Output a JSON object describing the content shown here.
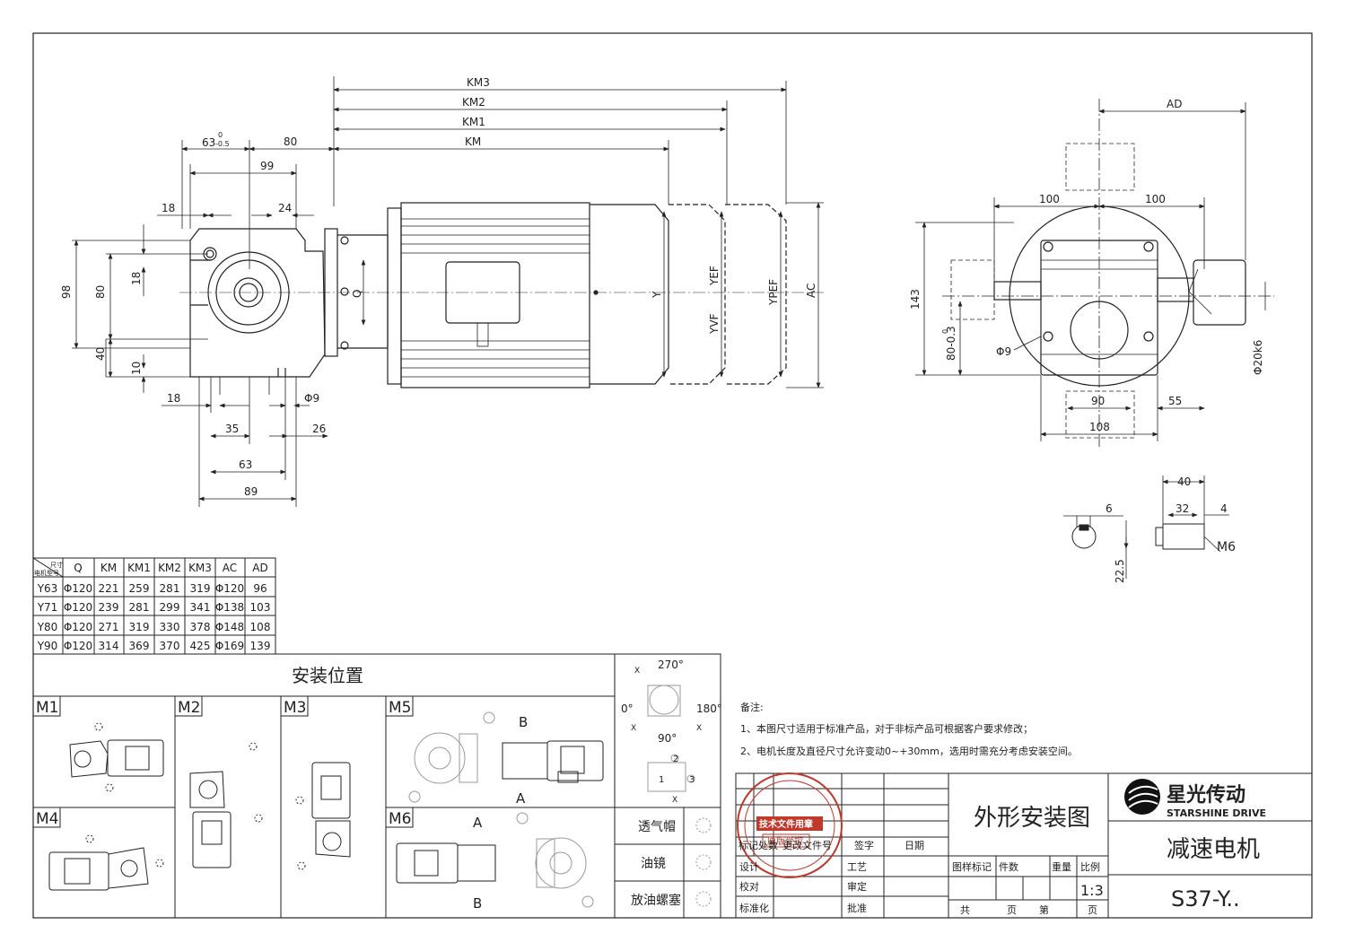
{
  "dims": {
    "km3": "KM3",
    "km2": "KM2",
    "km1": "KM1",
    "km": "KM",
    "d63": "63",
    "tol_top": "0",
    "tol_bottom": "-0.5",
    "d80": "80",
    "d99": "99",
    "d18a": "18",
    "d24": "24",
    "d98": "98",
    "d80v": "80",
    "d18v": "18",
    "d40v": "40",
    "d10v": "10",
    "d18b": "18",
    "d35": "35",
    "phi9a": "Φ9",
    "d26": "26",
    "d63b": "63",
    "d89": "89",
    "q": "Q",
    "y": "Y",
    "yef": "YEF",
    "yvf": "YVF",
    "ypef": "YPEF",
    "ac": "AC",
    "ad": "AD",
    "d100a": "100",
    "d100b": "100",
    "d143": "143",
    "d80r": "80-0.3",
    "d80r_top": "0",
    "phi9b": "Φ9",
    "phi20": "Φ20k6",
    "d90": "90",
    "d55": "55",
    "d108": "108",
    "d40": "40",
    "d32": "32",
    "d4": "4",
    "d6": "6",
    "m6": "M6",
    "d22_5": "22.5"
  },
  "motor_table": {
    "corner_top": "尺寸",
    "corner_bottom": "电机型号",
    "headers": [
      "Q",
      "KM",
      "KM1",
      "KM2",
      "KM3",
      "AC",
      "AD"
    ],
    "rows": [
      {
        "model": "Y63",
        "values": [
          "Φ120",
          "221",
          "259",
          "281",
          "319",
          "Φ120",
          "96"
        ]
      },
      {
        "model": "Y71",
        "values": [
          "Φ120",
          "239",
          "281",
          "299",
          "341",
          "Φ138",
          "103"
        ]
      },
      {
        "model": "Y80",
        "values": [
          "Φ120",
          "271",
          "319",
          "330",
          "378",
          "Φ148",
          "108"
        ]
      },
      {
        "model": "Y90",
        "values": [
          "Φ120",
          "314",
          "369",
          "370",
          "425",
          "Φ169",
          "139"
        ]
      }
    ]
  },
  "mounting": {
    "title": "安装位置",
    "labels": [
      "M1",
      "M2",
      "M3",
      "M5",
      "M4",
      "M6"
    ],
    "a": "A",
    "b": "B",
    "angles": {
      "a270": "270°",
      "a0": "0°",
      "a180": "180°",
      "a90": "90°"
    },
    "x": "X",
    "positions": [
      "1",
      "2",
      "3"
    ]
  },
  "legend": {
    "items": [
      "透气帽",
      "油镜",
      "放油螺塞"
    ]
  },
  "notes": {
    "title": "备注:",
    "line1": "1、本图尺寸适用于标准产品，对于非标产品可根据客户要求修改；",
    "line2": "2、电机长度及直径尺寸允许变动0~+30mm，选用时需充分考虑安装空间。"
  },
  "title_block": {
    "drawing_title": "外形安装图",
    "company_cn": "星光传动",
    "company_en": "STARSHINE DRIVE",
    "product": "减速电机",
    "model": "S37-Y..",
    "stamp": "技术文件用章",
    "stamp_sub": "原版受控",
    "row_sign": [
      "标记",
      "处数",
      "更改文件号",
      "签字",
      "日期"
    ],
    "left_labels": [
      "设计",
      "校对",
      "标准化"
    ],
    "mid_labels": [
      "工艺",
      "审定",
      "批准"
    ],
    "grid_headers": [
      "图样标记",
      "件数",
      "重量",
      "比例"
    ],
    "scale": "1:3",
    "sheets_total": "共",
    "sheets_page": "页",
    "sheet_no": "第",
    "sheet_page": "页"
  }
}
